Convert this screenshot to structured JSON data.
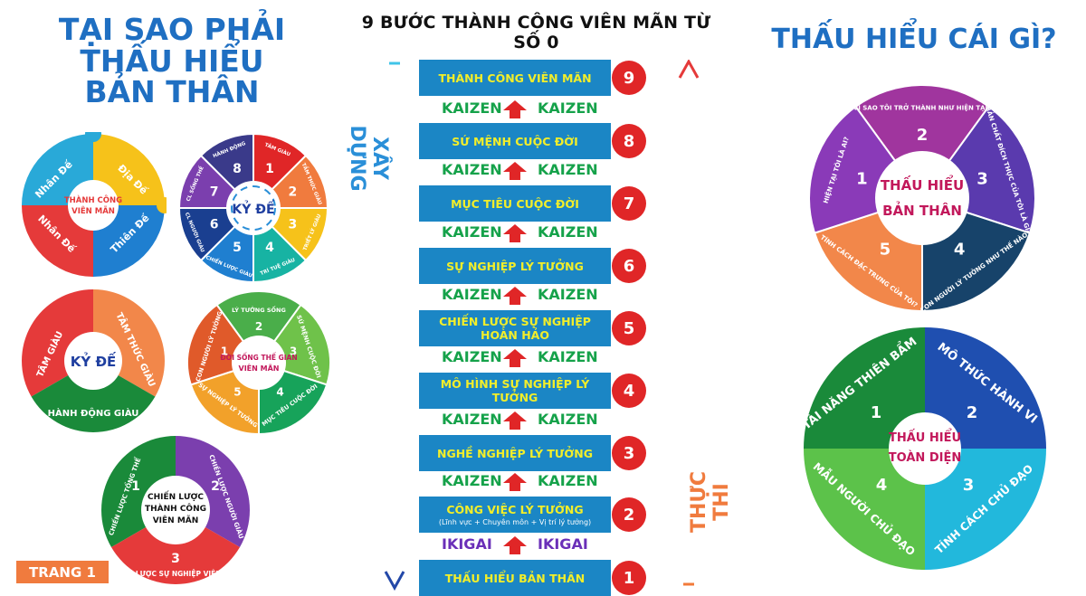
{
  "left_title": [
    "TẠI SAO PHẢI",
    "THẤU HIỂU",
    "BẢN THÂN"
  ],
  "center_title": "9 BƯỚC THÀNH CÔNG VIÊN MÃN TỪ SỐ 0",
  "right_title": "THẤU HIỂU CÁI GÌ?",
  "vertical_left": "XÂY DỰNG",
  "vertical_right": "THỰC THI",
  "steps": [
    {
      "num": "9",
      "label": "THÀNH CÔNG VIÊN MÃN"
    },
    {
      "num": "8",
      "label": "SỨ MỆNH CUỘC ĐỜI"
    },
    {
      "num": "7",
      "label": "MỤC TIÊU CUỘC ĐỜI"
    },
    {
      "num": "6",
      "label": "SỰ NGHIỆP LÝ TƯỞNG"
    },
    {
      "num": "5",
      "label": "CHIẾN LƯỢC SỰ NGHIỆP HOÀN HẢO"
    },
    {
      "num": "4",
      "label": "MÔ HÌNH SỰ NGHIỆP LÝ TƯỞNG"
    },
    {
      "num": "3",
      "label": "NGHỀ NGHIỆP LÝ TƯỞNG"
    },
    {
      "num": "2",
      "label": "CÔNG VIỆC LÝ TƯỞNG",
      "sub": "(Lĩnh vực + Chuyên môn + Vị trí lý tưởng)"
    },
    {
      "num": "1",
      "label": "THẤU HIỂU BẢN THÂN"
    }
  ],
  "connectors": [
    {
      "left": "KAIZEN",
      "right": "KAIZEN"
    },
    {
      "left": "KAIZEN",
      "right": "KAIZEN"
    },
    {
      "left": "KAIZEN",
      "right": "KAIZEN"
    },
    {
      "left": "KAIZEN",
      "right": "KAIZEN"
    },
    {
      "left": "KAIZEN",
      "right": "KAIZEN"
    },
    {
      "left": "KAIZEN",
      "right": "KAIZEN"
    },
    {
      "left": "KAIZEN",
      "right": "KAIZEN"
    },
    {
      "left": "IKIGAI",
      "right": "IKIGAI"
    }
  ],
  "puzzle1": {
    "center": [
      "THÀNH CÔNG",
      "VIÊN MÃN"
    ],
    "pieces": [
      "Nhân Đế",
      "Địa Đế",
      "Nhân Đế",
      "Thiên Đế"
    ]
  },
  "wheel8": {
    "center": "KỶ ĐẾ",
    "segments": [
      "TÂM GIÀU",
      "TẦM THỨC GIÀU",
      "TRIẾT LÝ GIÀU",
      "TRÍ TUỆ GIÀU",
      "CHIẾN LƯỢC GIÀU",
      "CL NGƯỜI GIÀU",
      "CL SỐNG THẾ",
      "HÀNH ĐỘNG"
    ],
    "numbers": [
      "1",
      "2",
      "3",
      "4",
      "5",
      "6",
      "7",
      "8"
    ]
  },
  "ring3": {
    "center": "KỶ ĐẾ",
    "pieces": [
      "TÂM GIÀU",
      "TÂM THỨC GIÀU",
      "HÀNH ĐỘNG GIÀU"
    ]
  },
  "ring5": {
    "center": [
      "ĐỜI SỐNG THẾ GIAN",
      "VIÊN MÃN"
    ],
    "pieces": [
      "LÝ TƯỞNG SỐNG",
      "SỨ MỆNH CUỘC ĐỜI",
      "MỤC TIÊU CUỘC ĐỜI",
      "SỰ NGHIỆP LÝ TƯỞNG",
      "CON NGƯỜI LÝ TƯỞNG"
    ],
    "numbers": [
      "2",
      "3",
      "4",
      "5",
      "1"
    ]
  },
  "ring_strategy": {
    "center": [
      "CHIẾN LƯỢC",
      "THÀNH CÔNG",
      "VIÊN MÃN"
    ],
    "pieces": [
      "CHIẾN LƯỢC TỔNG THỂ",
      "CHIẾN LƯỢC NGƯỜI GIÀU",
      "CHIẾN LƯỢC SỰ NGHIỆP VIÊN MÃN"
    ],
    "numbers": [
      "1",
      "2",
      "3"
    ]
  },
  "right_wheel1": {
    "center": [
      "THẤU HIỂU",
      "BẢN THÂN"
    ],
    "pieces": [
      "VÌ SAO TÔI TRỞ THÀNH NHƯ HIỆN TẠI?",
      "BẢN CHẤT ĐÍCH THỰC CỦA TÔI LÀ GÌ?",
      "CON NGƯỜI LÝ TƯỞNG NHƯ THẾ NÀO?",
      "TÍNH CÁCH ĐẶC TRƯNG CỦA TÔI?",
      "HIỆN TẠI TÔI LÀ AI?"
    ],
    "numbers": [
      "2",
      "3",
      "4",
      "5",
      "1"
    ]
  },
  "right_wheel2": {
    "center": [
      "THẤU HIỂU",
      "TOÀN DIỆN"
    ],
    "pieces": [
      "TÀI NĂNG THIÊN BẨM",
      "MÔ THỨC HÀNH VI",
      "TÍNH CÁCH CHỦ ĐẠO",
      "MẪU NGƯỜI CHỦ ĐẠO"
    ],
    "numbers": [
      "1",
      "2",
      "3",
      "4"
    ]
  },
  "page_label": "TRANG 1",
  "colors": {
    "blue": "#1b86c5",
    "yellow": "#f2ee2a",
    "red": "#e02627",
    "green": "#15a24a"
  }
}
